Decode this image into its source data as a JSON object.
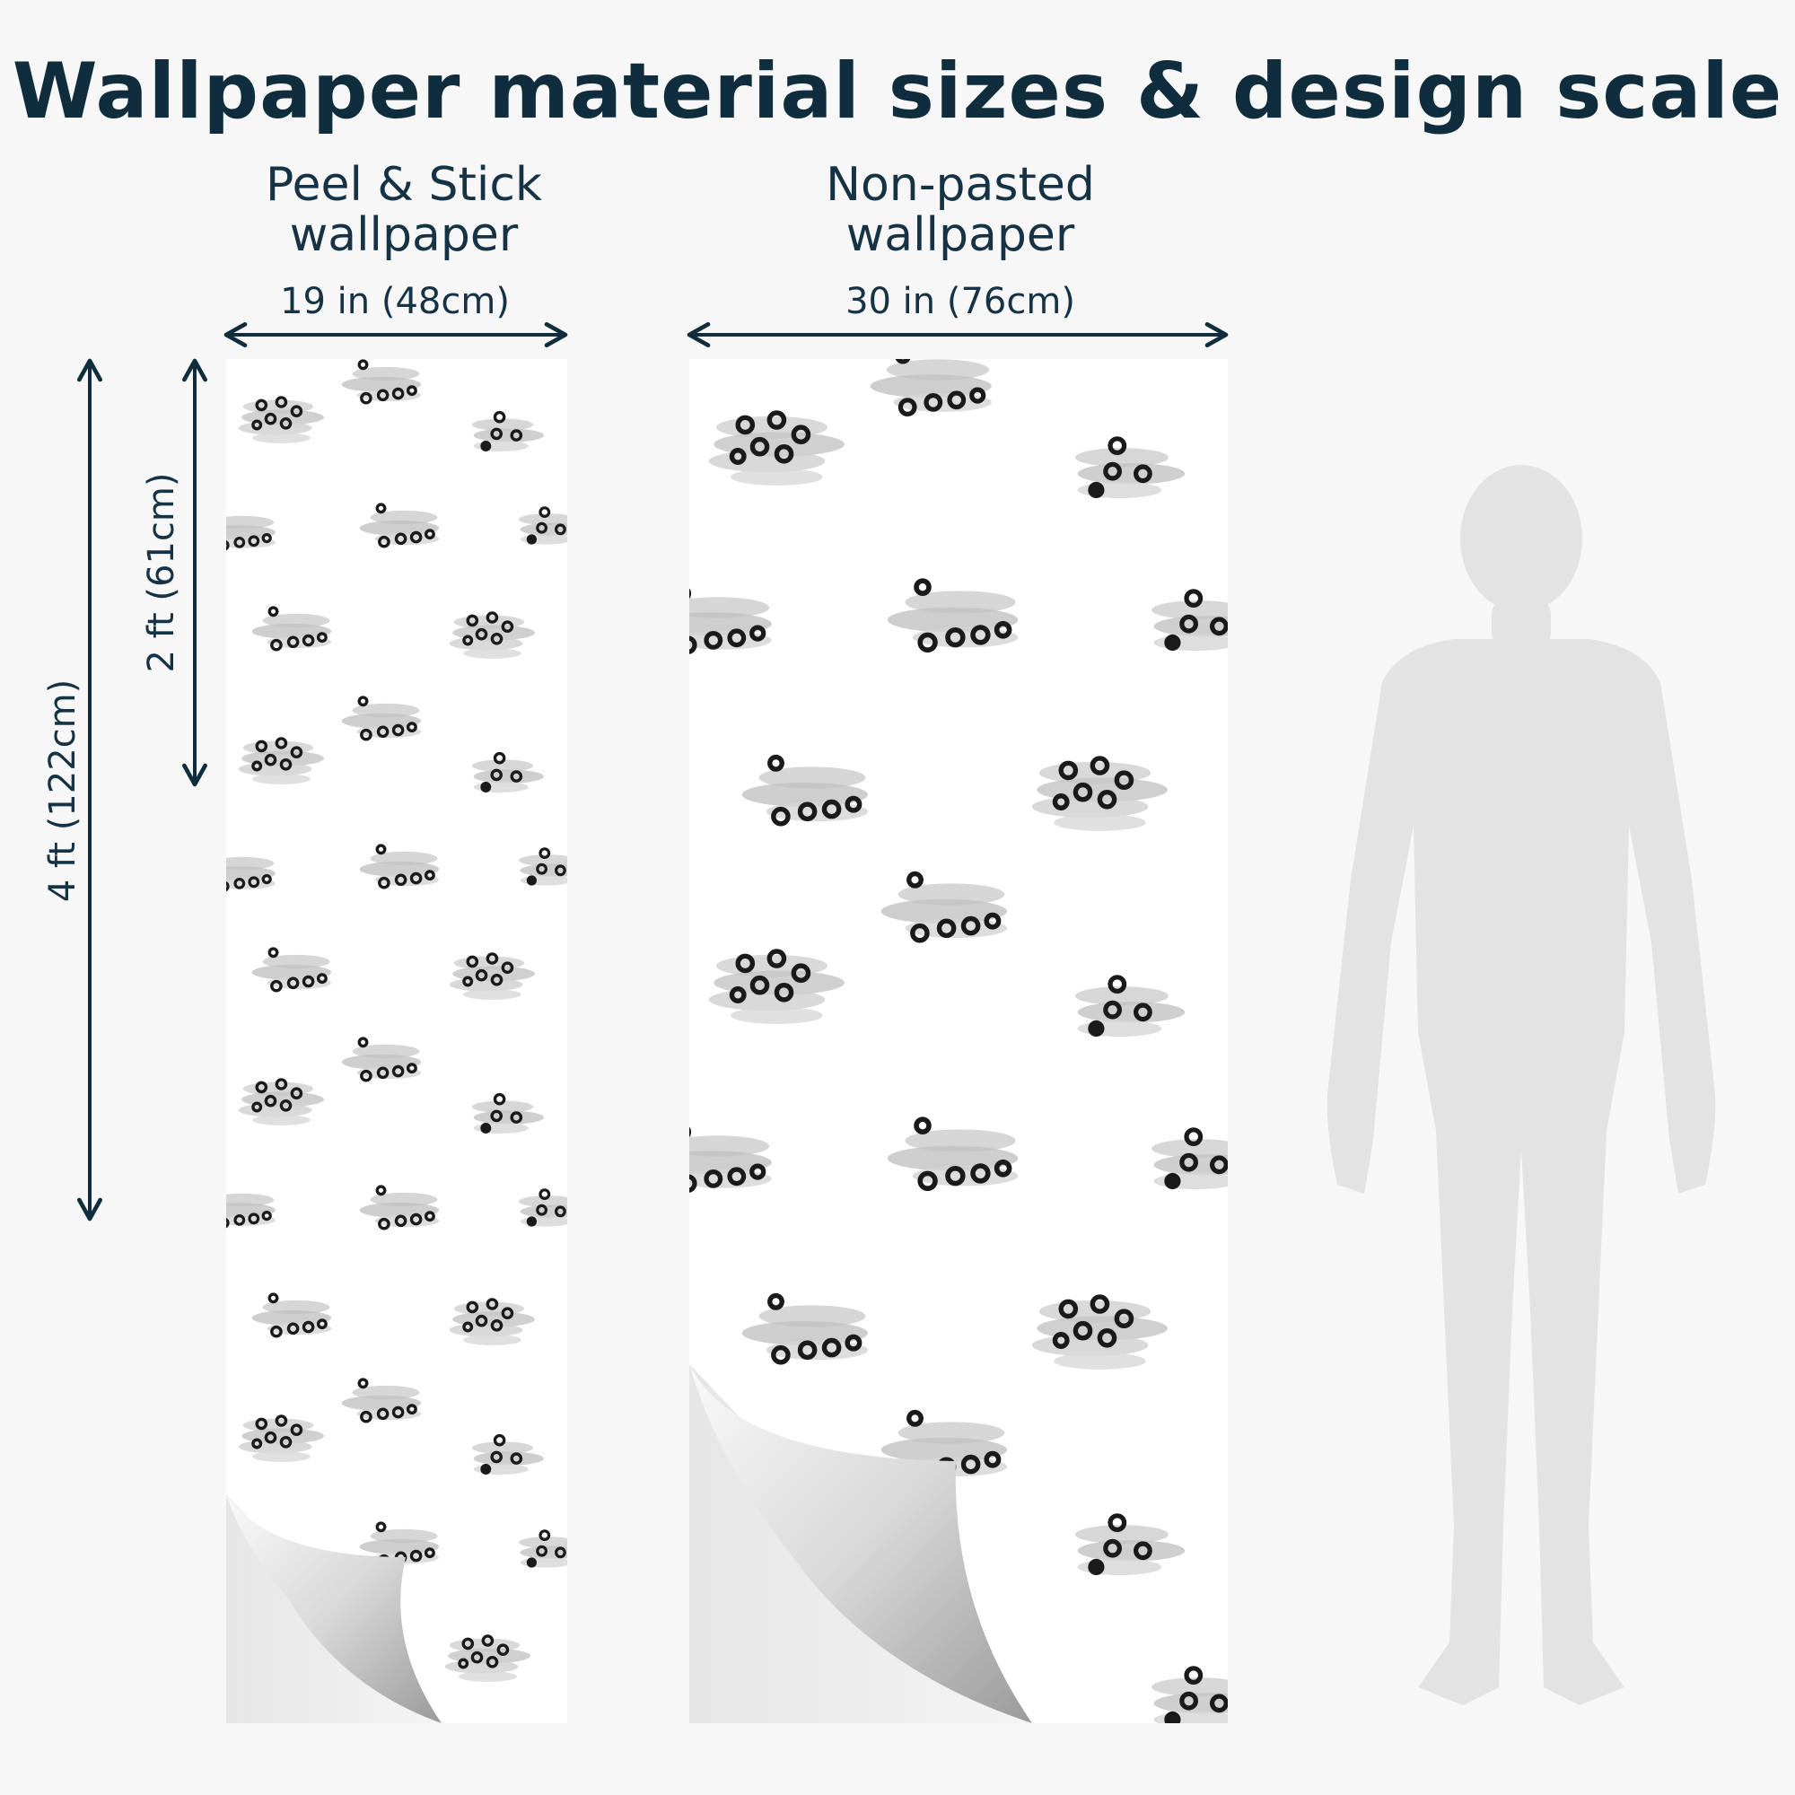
{
  "title": "Wallpaper material sizes & design scale",
  "peel_stick": {
    "label_line1": "Peel & Stick",
    "label_line2": "wallpaper",
    "width_label": "19 in (48cm)"
  },
  "non_pasted": {
    "label_line1": "Non-pasted",
    "label_line2": "wallpaper",
    "width_label": "30 in (76cm)"
  },
  "height_labels": {
    "four_ft": "4 ft (122cm)",
    "two_ft": "2 ft (61cm)"
  },
  "colors": {
    "ink": "#0f2d3d",
    "pattern_gray": "#c9c9c9",
    "pattern_dot": "#1a1a1a",
    "silhouette": "#e3e3e3",
    "background": "#f7f7f8"
  }
}
